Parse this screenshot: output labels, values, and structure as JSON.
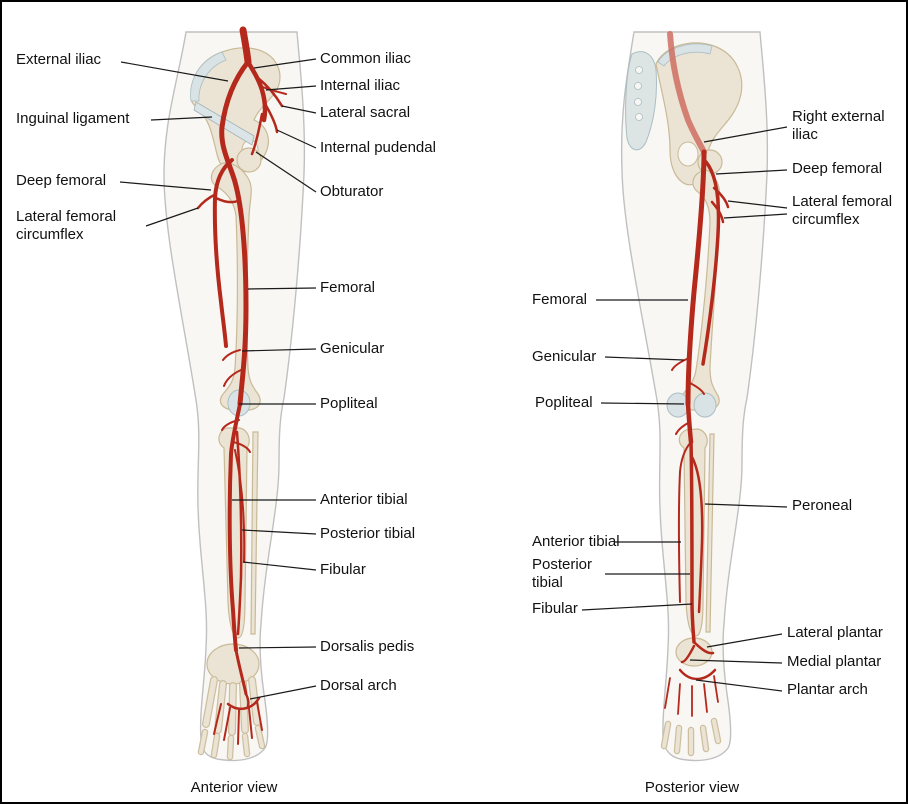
{
  "anterior": {
    "caption": "Anterior view",
    "left_labels": [
      "External iliac",
      "Inguinal ligament",
      "Deep femoral",
      "Lateral femoral circumflex"
    ],
    "right_labels": [
      "Common iliac",
      "Internal iliac",
      "Lateral sacral",
      "Internal pudendal",
      "Obturator",
      "Femoral",
      "Genicular",
      "Popliteal",
      "Anterior tibial",
      "Posterior tibial",
      "Fibular",
      "Dorsalis pedis",
      "Dorsal arch"
    ]
  },
  "posterior": {
    "caption": "Posterior view",
    "left_labels": [
      "Femoral",
      "Genicular",
      "Popliteal",
      "Anterior tibial",
      "Posterior tibial",
      "Fibular"
    ],
    "right_labels": [
      "Right external iliac",
      "Deep femoral",
      "Lateral femoral circumflex",
      "Peroneal",
      "Lateral plantar",
      "Medial plantar",
      "Plantar arch"
    ]
  },
  "colors": {
    "artery": "#b5291c",
    "artery_light": "#cf6e62",
    "bone": "#ebe3d3",
    "bone_outline": "#c9ba97",
    "cartilage": "#d9e2e5",
    "skin_outline": "#c0c0c0",
    "leader_line": "#1a1a1a"
  }
}
